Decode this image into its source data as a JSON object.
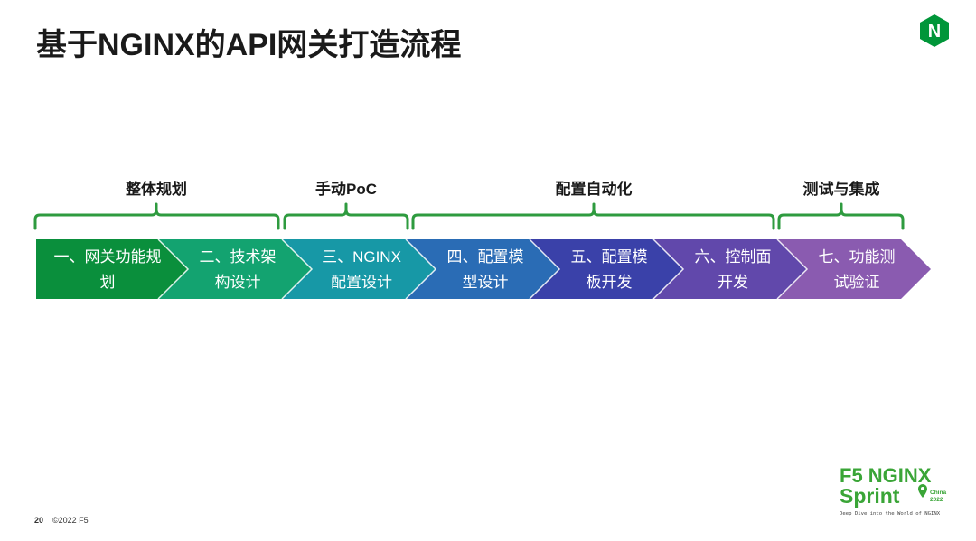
{
  "title": "基于NGINX的API网关打造流程",
  "phases": [
    {
      "label": "整体规划"
    },
    {
      "label": "手动PoC"
    },
    {
      "label": "配置自动化"
    },
    {
      "label": "测试与集成"
    }
  ],
  "steps": [
    {
      "line1": "一、网关功能规",
      "line2": "划",
      "color": "#0a8f3c"
    },
    {
      "line1": "二、技术架",
      "line2": "构设计",
      "color": "#13a370"
    },
    {
      "line1": "三、NGINX",
      "line2": "配置设计",
      "color": "#1798a6"
    },
    {
      "line1": "四、配置模",
      "line2": "型设计",
      "color": "#2a6cb5"
    },
    {
      "line1": "五、配置模",
      "line2": "板开发",
      "color": "#3a41a9"
    },
    {
      "line1": "六、控制面",
      "line2": "开发",
      "color": "#6148ab"
    },
    {
      "line1": "七、功能测",
      "line2": "试验证",
      "color": "#8a5bb0"
    }
  ],
  "logo_letter": "N",
  "footer": {
    "page_number": "20",
    "copyright": "©2022 F5"
  },
  "brand": {
    "line1": "F5 NGINX",
    "line2": "Sprint",
    "tag_top": "China",
    "tag_bottom": "2022",
    "tagline": "Deep Dive into the World of NGINX"
  },
  "colors": {
    "accent_green": "#3aa537",
    "brace_green": "#2e9b3f",
    "logo_green": "#009639"
  }
}
